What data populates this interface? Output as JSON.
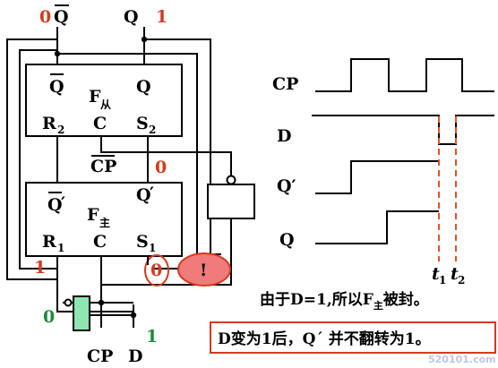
{
  "slave": {
    "qbar": "Q",
    "q": "Q",
    "name": "F",
    "name_sub": "从",
    "r": "R",
    "r_sub": "2",
    "c": "C",
    "s": "S",
    "s_sub": "2"
  },
  "master": {
    "qbar": "Q",
    "qbar_prime": "′",
    "q": "Q",
    "q_prime": "′",
    "name": "F",
    "name_sub": "主",
    "r": "R",
    "r_sub": "1",
    "c": "C",
    "s": "S",
    "s_sub": "1"
  },
  "outputs": {
    "qbar_label": "Q",
    "qbar_value": "0",
    "q_label": "Q",
    "q_value": "1"
  },
  "inputs": {
    "cp": "CP",
    "d": "D",
    "d_value": "1",
    "gate_in_value": "0"
  },
  "signals": {
    "cpbar": "CP",
    "qprime_value": "0",
    "r1_value": "1",
    "s1_value": "0",
    "alert": "!"
  },
  "timing": {
    "labels": [
      "CP",
      "D",
      "Q′",
      "Q"
    ],
    "t1": "t",
    "t1_sub": "1",
    "t2": "t",
    "t2_sub": "2"
  },
  "notes": {
    "explain_prefix": "由于D=1,所以F",
    "explain_sub": "主",
    "explain_suffix": "被封。",
    "conclusion": "D变为1后，Q´ 并不翻转为1。"
  },
  "watermark": "520101.com",
  "colors": {
    "accent_red": "#d23b1f",
    "accent_green": "#1f8a3c",
    "gate_fill": "#8ee6b3",
    "alert_fill": "#ef7b7b",
    "dash": "#e0522a"
  }
}
